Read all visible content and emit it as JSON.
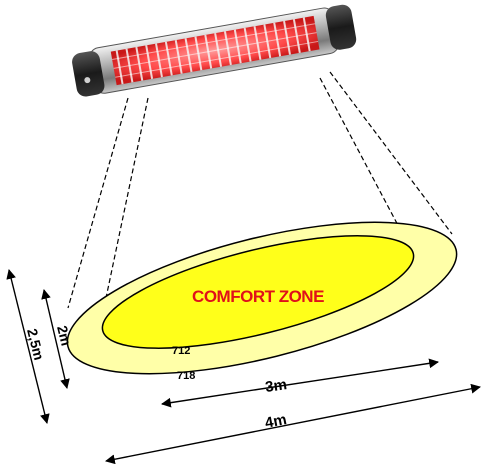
{
  "zone": {
    "label": "COMFORT ZONE",
    "label_color": "#e0101a",
    "inner_fill": "#ffff1a",
    "outer_fill": "#ffffa8"
  },
  "contours": {
    "inner": "712",
    "outer": "718"
  },
  "dimensions": {
    "inner_length": "3m",
    "outer_length": "4m",
    "inner_width": "2m",
    "outer_width": "2,5m"
  },
  "heater": {
    "icon": "infrared-heater-icon",
    "element_color": "#ff3b3b"
  }
}
